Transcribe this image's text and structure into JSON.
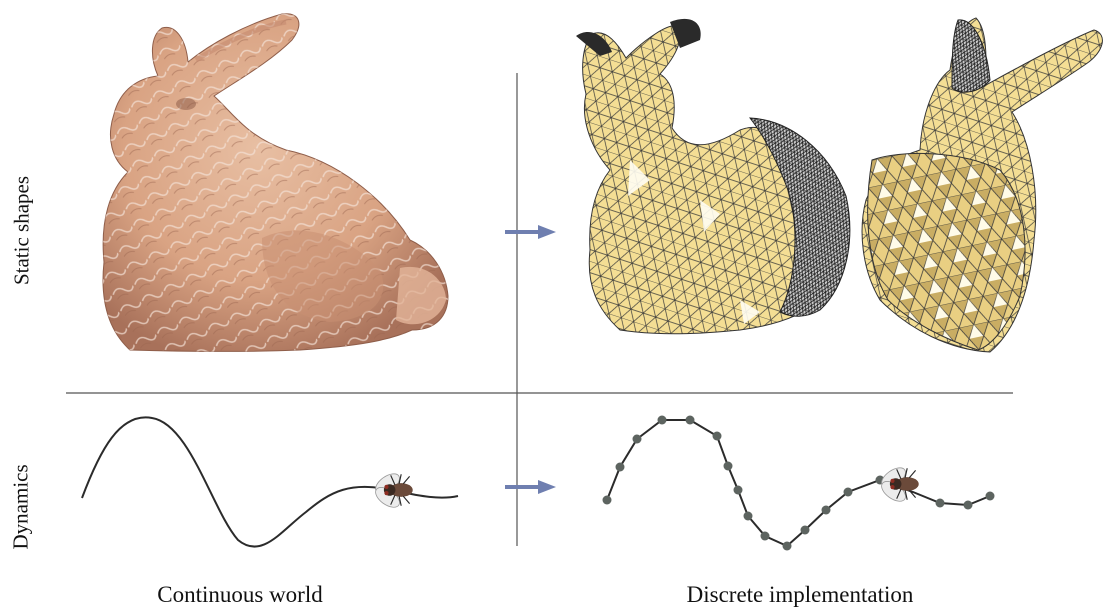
{
  "rows": {
    "static": "Static shapes",
    "dynamics": "Dynamics"
  },
  "columns": {
    "continuous": "Continuous world",
    "discrete": "Discrete implementation"
  },
  "colors": {
    "bunny_skin": "#d9a383",
    "bunny_shadow": "#a8715a",
    "mesh_face": "#f4de94",
    "mesh_edge": "#3a3a3a",
    "arrow": "#6f7fb0",
    "divider": "#555555",
    "curve": "#2b2b2b",
    "node": "#5d6460"
  },
  "icons": [
    "bunny-photo",
    "triangle-mesh-bunny",
    "cutaway-mesh-bunny",
    "fly-icon",
    "right-arrow-icon"
  ]
}
